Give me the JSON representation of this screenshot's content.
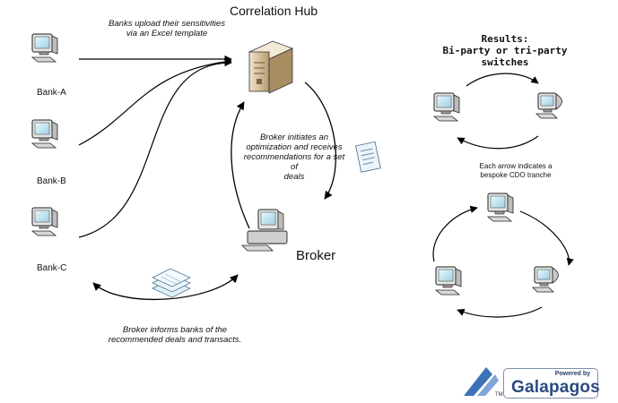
{
  "hub_title": "Correlation Hub",
  "banks": [
    "Bank-A",
    "Bank-B",
    "Bank-C"
  ],
  "broker_label": "Broker",
  "notes": {
    "upload": [
      "Banks upload their sensitivities",
      "via an Excel template"
    ],
    "optimize": [
      "Broker initiates an",
      "optimization and receives",
      "recommendations for a set of",
      "deals"
    ],
    "inform": [
      "Broker informs banks of the",
      "recommended deals and transacts."
    ]
  },
  "results": {
    "title": [
      "Results:",
      "Bi-party or tri-party switches"
    ],
    "note": [
      "Each arrow indicates a",
      "bespoke CDO tranche"
    ]
  },
  "logo": {
    "powered_by": "Powered by",
    "name": "Galapagos",
    "tm": "TM"
  },
  "icons": [
    "computer-icon",
    "server-icon",
    "document-icon",
    "documents-stack-icon",
    "arrow-icon",
    "galapagos-logo-icon"
  ],
  "colors": {
    "arrow": "#000000",
    "screen": "#bfe3f0",
    "server": "#d8c6a4",
    "brand": "#2a4a80"
  }
}
